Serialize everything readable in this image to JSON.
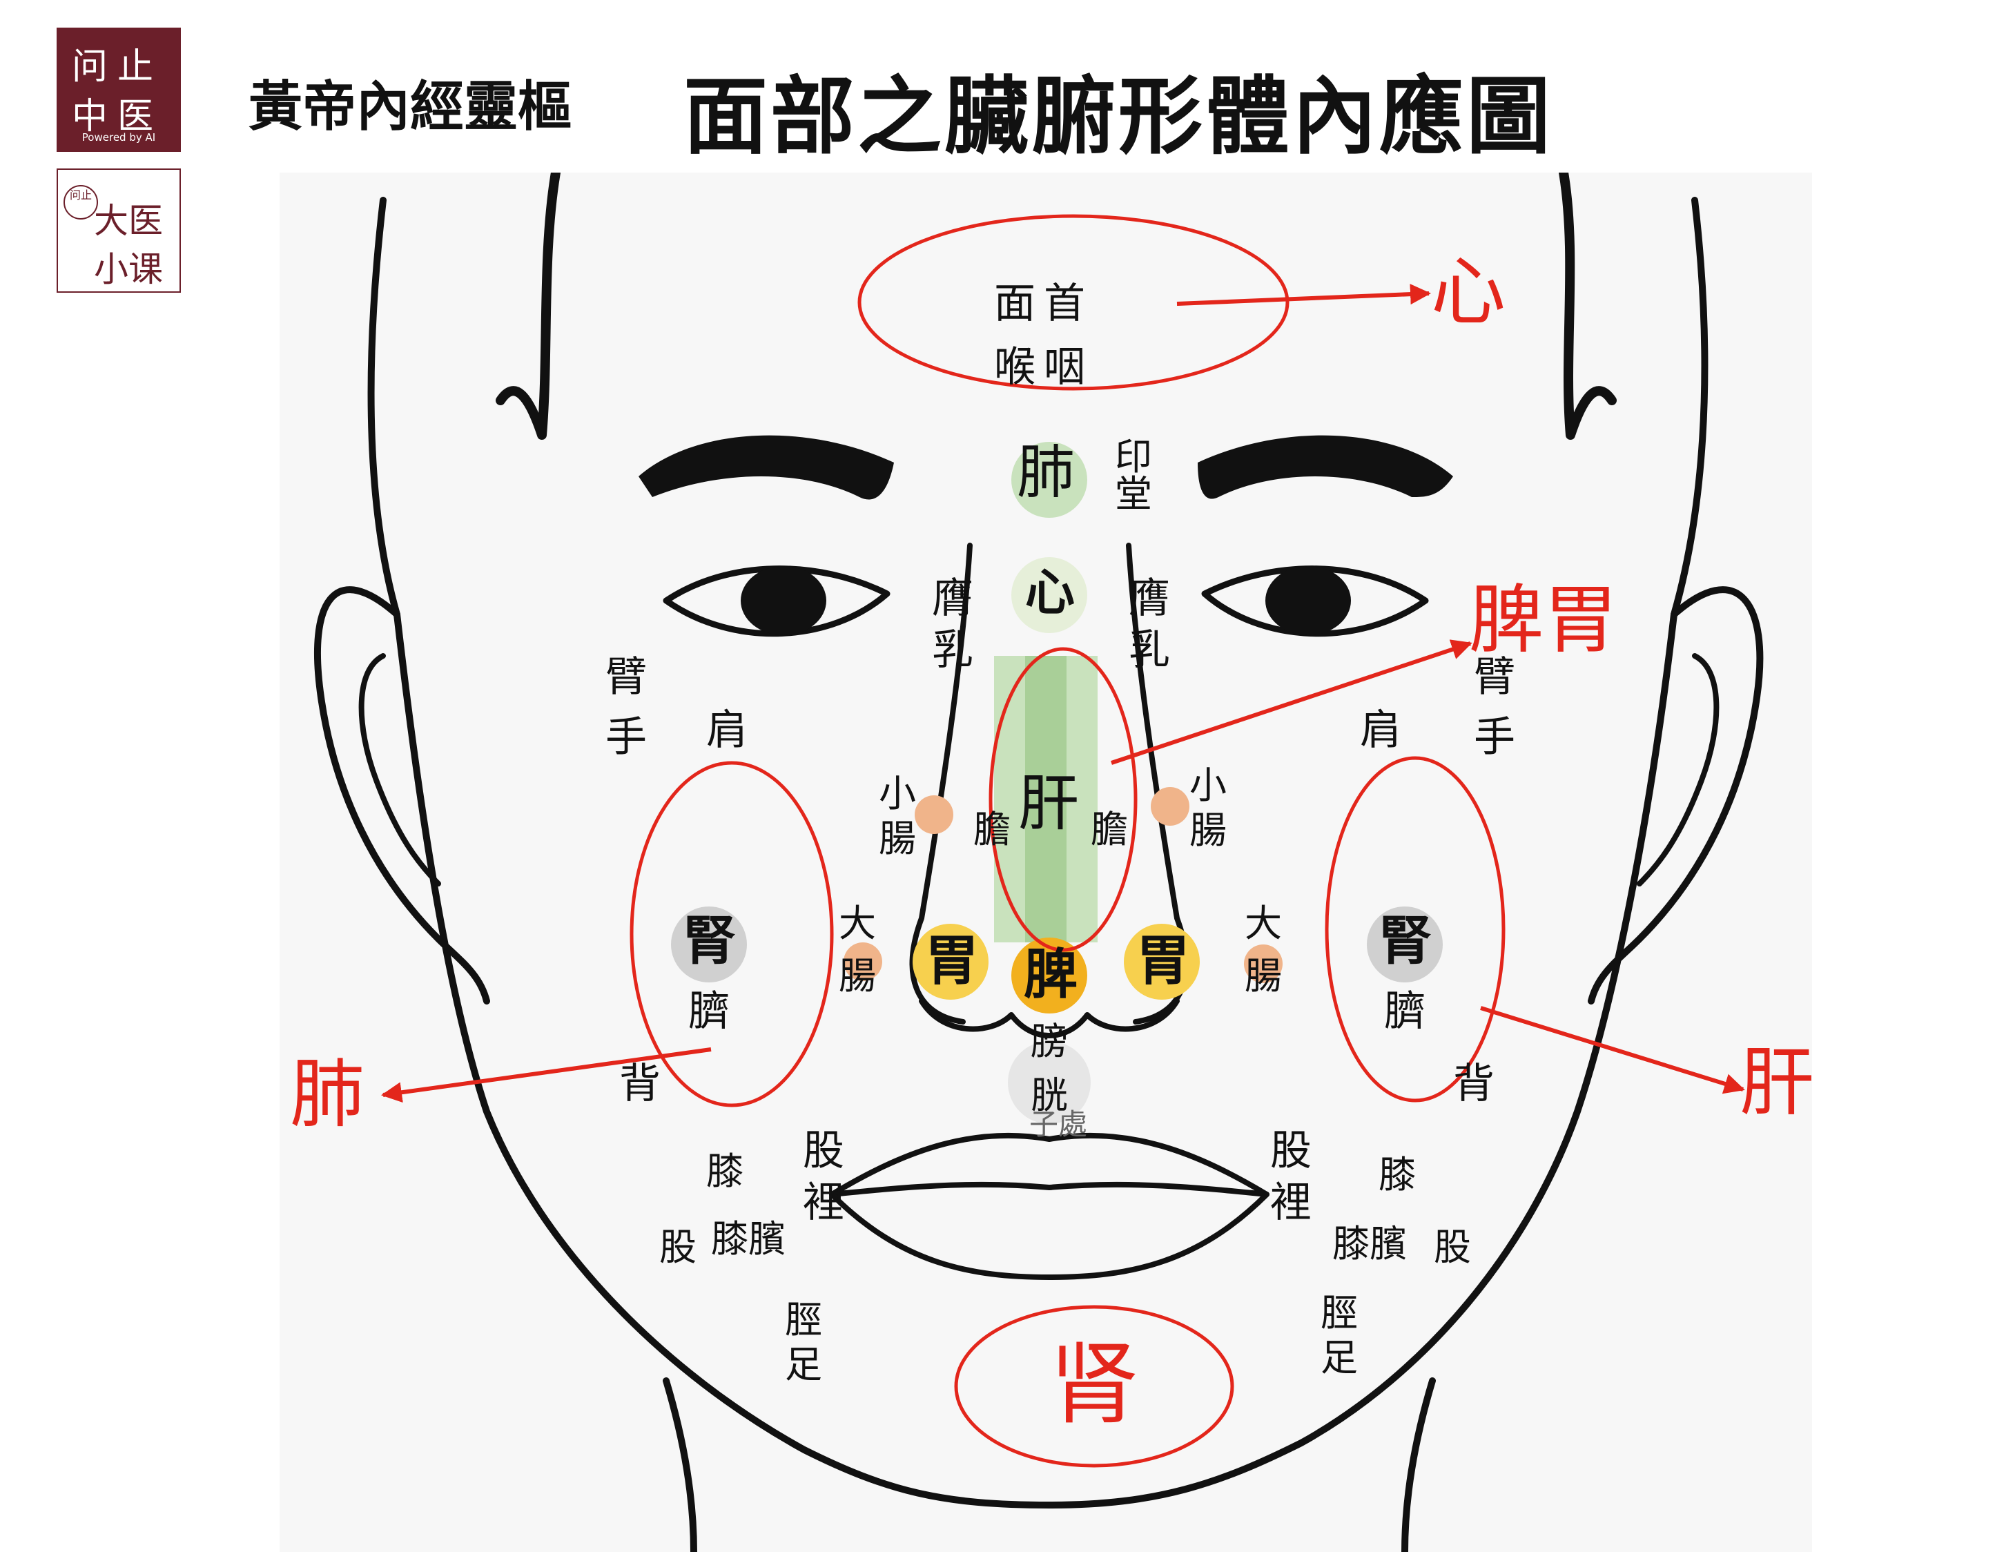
{
  "logo": {
    "line1": "问止",
    "line2": "中医",
    "tagline": "Powered by AI"
  },
  "course_logo": {
    "seal": "问止",
    "line1": "大医",
    "line2": "小课"
  },
  "subtitle": "黃帝內經靈樞",
  "title": "面部之臟腑形體內應圖",
  "colors": {
    "annotation_red": "#e3261b",
    "lung_green": "#c9e2bd",
    "liver_green": "#c9e2bd",
    "stomach_yellow": "#f7d04e",
    "spleen_orange": "#f2b01e",
    "kidney_gray": "#d0d0d0",
    "intestine_dot": "#f0b48a",
    "logo_maroon": "#6b1f2a"
  },
  "labels": {
    "forehead_top": "面首",
    "forehead_bottom": "喉咽",
    "lung": "肺",
    "yintang": "印堂",
    "heart": "心",
    "breast_left": "膺乳",
    "breast_right": "膺乳",
    "arm_hand_left": "臂手",
    "shoulder_left": "肩",
    "shoulder_right": "肩",
    "arm_hand_right": "臂手",
    "liver": "肝",
    "small_intestine_left": "小腸",
    "small_intestine_right": "小腸",
    "gallbladder_left": "膽",
    "gallbladder_right": "膽",
    "large_intestine_left": "大腸",
    "large_intestine_right": "大腸",
    "kidney_left": "腎",
    "navel_left": "臍",
    "kidney_right": "腎",
    "navel_right": "臍",
    "stomach_left": "胃",
    "spleen": "脾",
    "stomach_right": "胃",
    "bladder": "膀胱",
    "uterus": "子處",
    "back_left": "背",
    "back_right": "背",
    "thigh_inner_left": "股裡",
    "thigh_inner_right": "股裡",
    "knee_left": "膝",
    "knee_right": "膝",
    "thigh_left": "股",
    "thigh_right": "股",
    "kneecap_left": "膝臏",
    "kneecap_right": "膝臏",
    "shin_foot_left": "脛足",
    "shin_foot_right": "脛足"
  },
  "annotations": {
    "heart": "心",
    "spleen_stomach": "脾胃",
    "lung": "肺",
    "liver": "肝",
    "kidney": "肾"
  }
}
